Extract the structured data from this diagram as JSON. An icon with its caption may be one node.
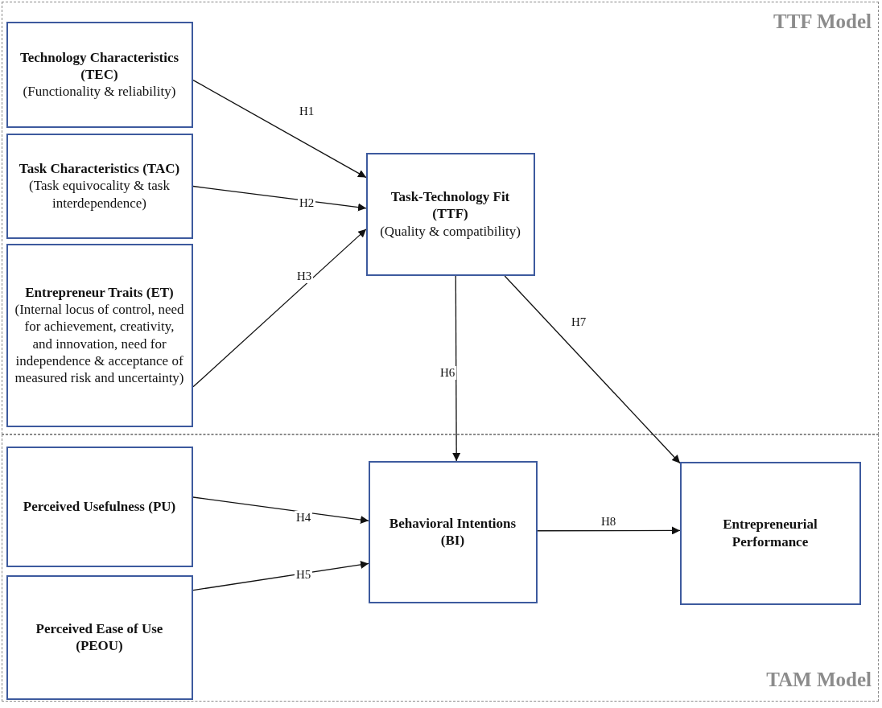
{
  "diagram": {
    "nodes": [
      {
        "text": [
          "TTF Model"
        ]
      },
      {
        "text": [
          "Technology Characteristics (TEC)",
          "(Functionality & reliability)"
        ],
        "in": 0
      },
      {
        "text": [
          "Task Characteristics (TAC)",
          "(Task equivocality & task interdependence)"
        ],
        "in": 0
      },
      {
        "text": [
          "Entrepreneur Traits (ET)",
          "(Internal locus of control, need for achievement, creativity, and innovation, need for independence & acceptance of measured risk and uncertainty)"
        ],
        "in": 0
      },
      {
        "text": [
          "Task-Technology Fit (TTF)",
          "(Quality & compatibility)"
        ],
        "in": 0
      },
      {
        "text": [
          "TAM Model"
        ]
      },
      {
        "text": [
          "Perceived Usefulness (PU)"
        ],
        "in": 5
      },
      {
        "text": [
          "Perceived Ease of Use (PEOU)"
        ],
        "in": 5
      },
      {
        "text": [
          "Behavioral Intentions (BI)"
        ],
        "in": 5
      },
      {
        "text": [
          "Entrepreneurial Performance"
        ],
        "in": 5
      }
    ],
    "edges": [
      {
        "from": 1,
        "to": 4,
        "arrow": "to",
        "label": "H1"
      },
      {
        "from": 2,
        "to": 4,
        "arrow": "to",
        "label": "H2"
      },
      {
        "from": 3,
        "to": 4,
        "arrow": "to",
        "label": "H3"
      },
      {
        "from": 6,
        "to": 8,
        "arrow": "to",
        "label": "H4"
      },
      {
        "from": 7,
        "to": 8,
        "arrow": "to",
        "label": "H5"
      },
      {
        "from": 4,
        "to": 8,
        "arrow": "to",
        "label": "H6"
      },
      {
        "from": 4,
        "to": 9,
        "arrow": "to",
        "label": "H7"
      },
      {
        "from": 8,
        "to": 9,
        "arrow": "to",
        "label": "H8"
      }
    ]
  }
}
